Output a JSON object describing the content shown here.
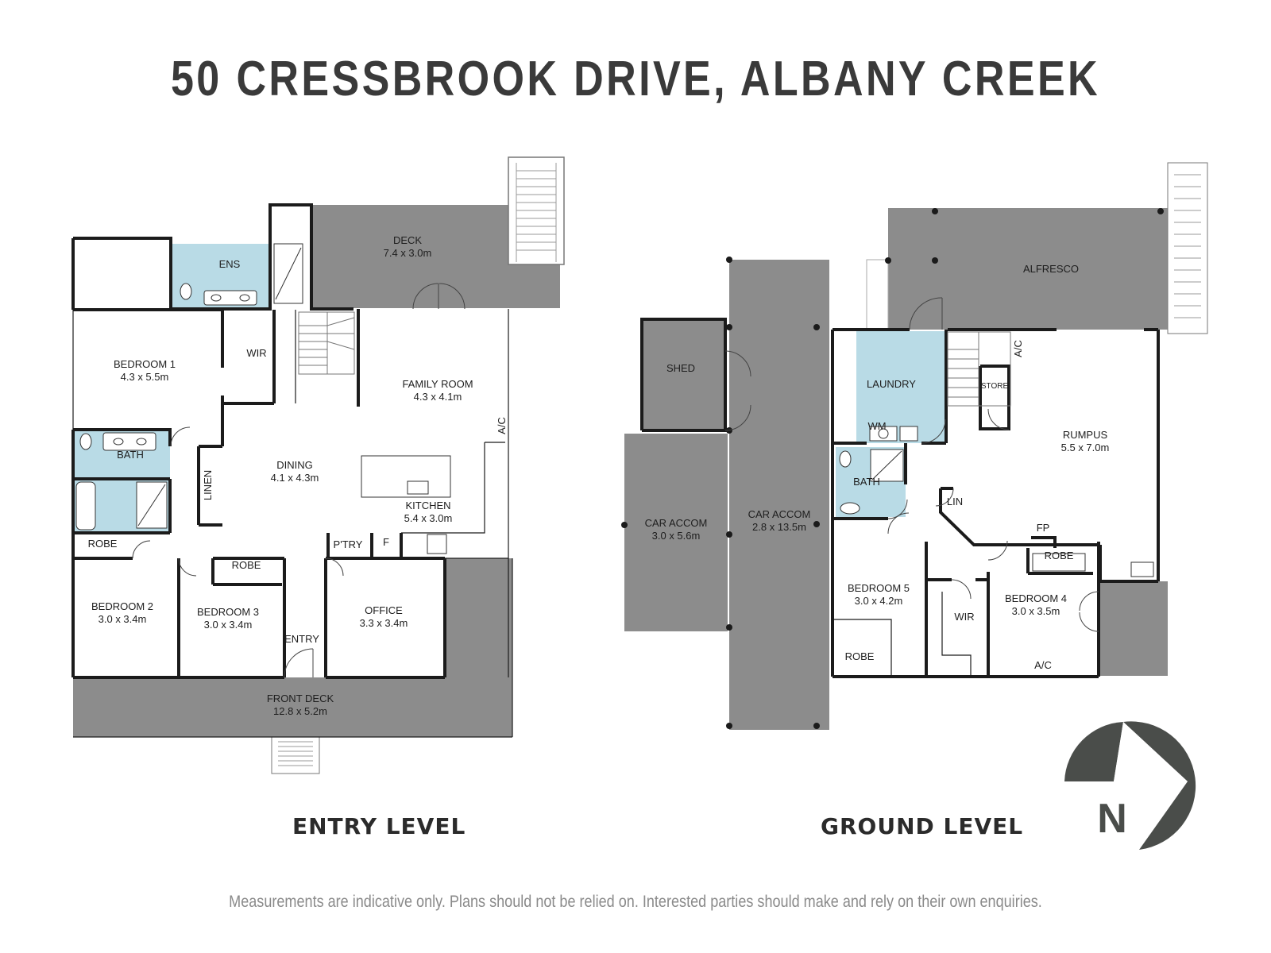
{
  "title": "50 CRESSBROOK DRIVE, ALBANY CREEK",
  "levels": {
    "entry": "ENTRY LEVEL",
    "ground": "GROUND LEVEL"
  },
  "disclaimer": "Measurements are indicative only. Plans should not be relied on. Interested parties should make and rely on their own enquiries.",
  "compass": {
    "label": "N"
  },
  "colors": {
    "deck": "#8c8c8c",
    "wet": "#b9dbe6",
    "wall": "#1b1b1b",
    "title": "#3a3a3a"
  },
  "entry_rooms": {
    "deck": {
      "name": "DECK",
      "size": "7.4 x 3.0m"
    },
    "ens": {
      "name": "ENS"
    },
    "bedroom1": {
      "name": "BEDROOM 1",
      "size": "4.3 x 5.5m"
    },
    "wir": {
      "name": "WIR"
    },
    "family": {
      "name": "FAMILY ROOM",
      "size": "4.3 x 4.1m"
    },
    "ac": {
      "name": "A/C"
    },
    "bath": {
      "name": "BATH"
    },
    "linen": {
      "name": "LINEN"
    },
    "dining": {
      "name": "DINING",
      "size": "4.1 x 4.3m"
    },
    "kitchen": {
      "name": "KITCHEN",
      "size": "5.4 x 3.0m"
    },
    "robe1": {
      "name": "ROBE"
    },
    "robe2": {
      "name": "ROBE"
    },
    "ptry": {
      "name": "P'TRY"
    },
    "fridge": {
      "name": "F"
    },
    "bedroom2": {
      "name": "BEDROOM 2",
      "size": "3.0 x 3.4m"
    },
    "bedroom3": {
      "name": "BEDROOM 3",
      "size": "3.0 x 3.4m"
    },
    "office": {
      "name": "OFFICE",
      "size": "3.3 x 3.4m"
    },
    "entry": {
      "name": "ENTRY"
    },
    "front_deck": {
      "name": "FRONT DECK",
      "size": "12.8 x 5.2m"
    }
  },
  "ground_rooms": {
    "alfresco": {
      "name": "ALFRESCO"
    },
    "shed": {
      "name": "SHED"
    },
    "laundry": {
      "name": "LAUNDRY"
    },
    "wm": {
      "name": "WM"
    },
    "ac1": {
      "name": "A/C"
    },
    "store": {
      "name": "STORE"
    },
    "rumpus": {
      "name": "RUMPUS",
      "size": "5.5 x 7.0m"
    },
    "car1": {
      "name": "CAR ACCOM",
      "size": "3.0 x 5.6m"
    },
    "car2": {
      "name": "CAR ACCOM",
      "size": "2.8 x 13.5m"
    },
    "bath": {
      "name": "BATH"
    },
    "lin": {
      "name": "LIN"
    },
    "fp": {
      "name": "FP"
    },
    "robe1": {
      "name": "ROBE"
    },
    "bedroom5": {
      "name": "BEDROOM 5",
      "size": "3.0 x 4.2m"
    },
    "bedroom4": {
      "name": "BEDROOM 4",
      "size": "3.0 x 3.5m"
    },
    "wir": {
      "name": "WIR"
    },
    "robe2": {
      "name": "ROBE"
    },
    "ac2": {
      "name": "A/C"
    }
  }
}
